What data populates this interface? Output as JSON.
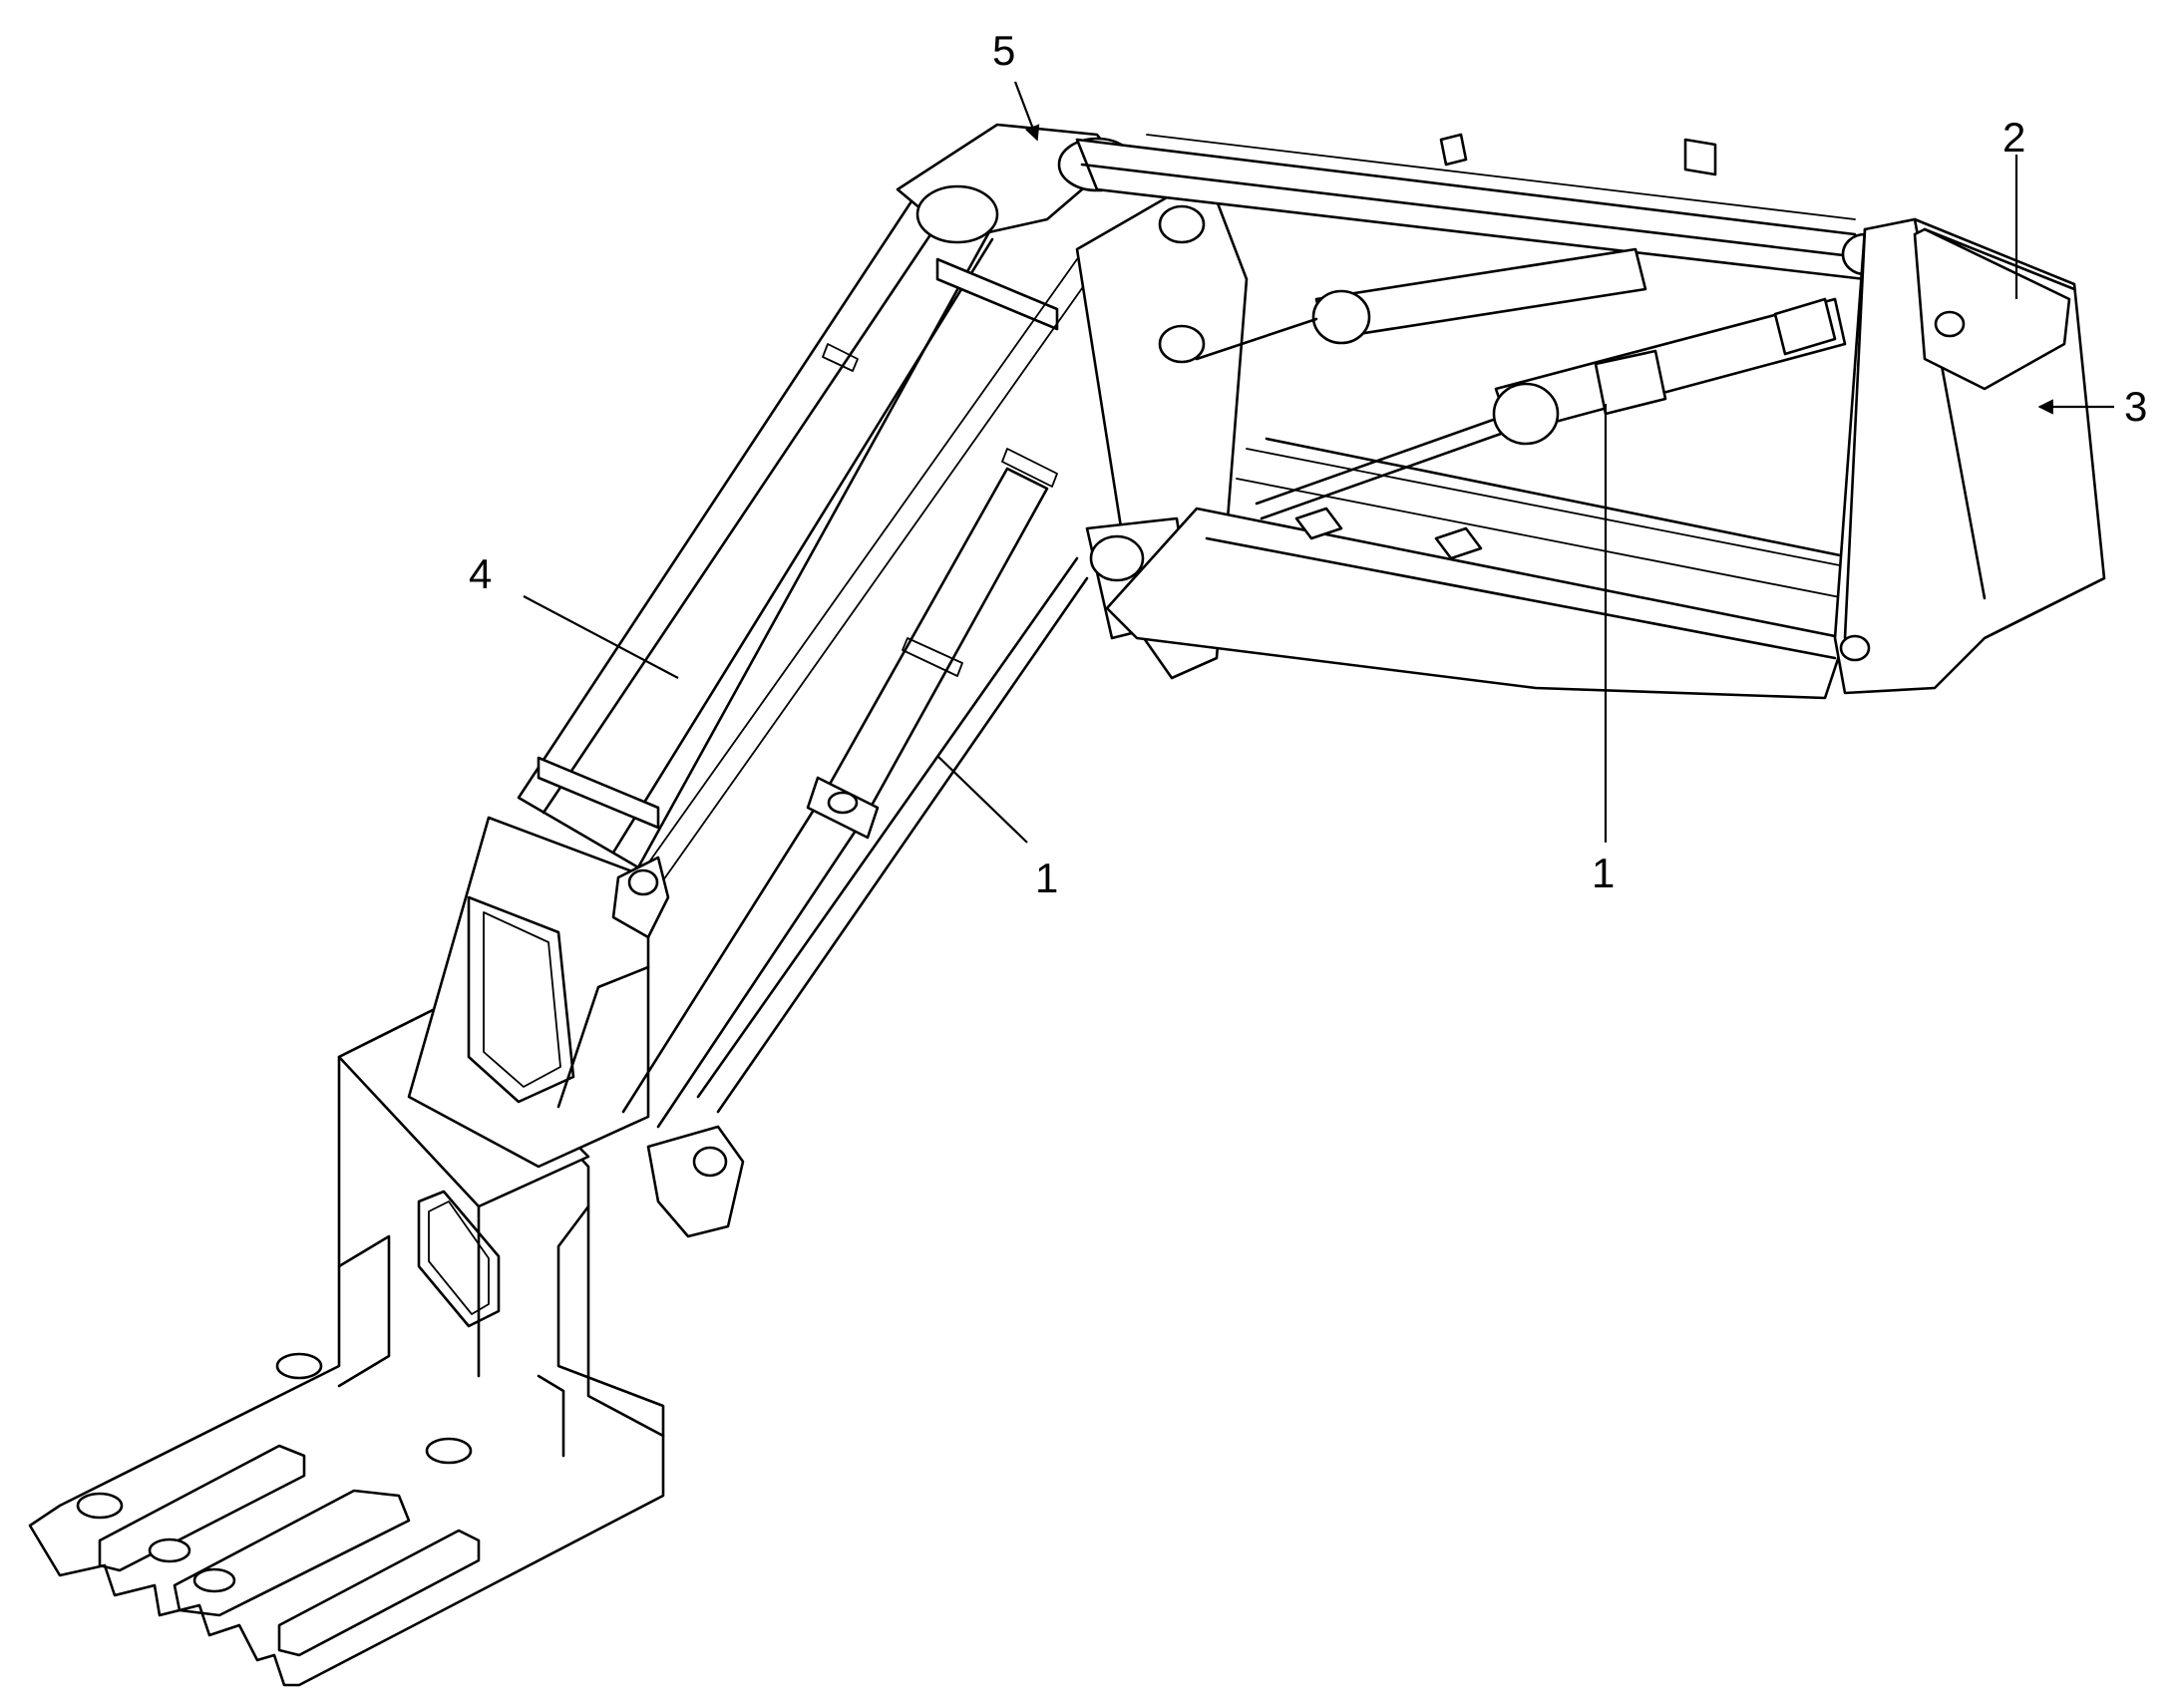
{
  "figure": {
    "type": "front loader assembly line drawing",
    "colors": {
      "line": "#000000",
      "background": "#ffffff"
    }
  },
  "callouts": [
    {
      "id": "callout-1-left",
      "label": "1"
    },
    {
      "id": "callout-1-right",
      "label": "1"
    },
    {
      "id": "callout-2",
      "label": "2"
    },
    {
      "id": "callout-3",
      "label": "3"
    },
    {
      "id": "callout-4",
      "label": "4"
    },
    {
      "id": "callout-5",
      "label": "5"
    }
  ]
}
